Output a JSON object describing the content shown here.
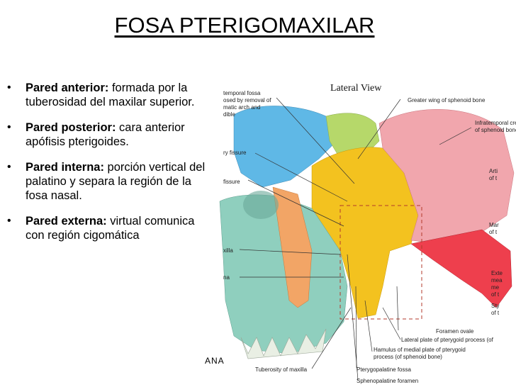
{
  "title": "FOSA PTERIGOMAXILAR",
  "bullets": [
    {
      "term": "Pared anterior:",
      "text": " formada por la tuberosidad del maxilar superior."
    },
    {
      "term": "Pared posterior:",
      "text": " cara anterior apófisis pterigoides."
    },
    {
      "term": "Pared interna:",
      "text": " porción vertical del palatino y separa la región de la fosa nasal."
    },
    {
      "term": "Pared externa:",
      "text": " virtual comunica con región cigomática"
    }
  ],
  "figure": {
    "heading": "Lateral View",
    "labels": {
      "temporal1": "temporal fossa",
      "temporal2": "osed by removal of",
      "temporal3": "matic arch and",
      "temporal4": "dible",
      "greater_wing": "Greater wing of sphenoid bone",
      "infratemp1": "Infratemporal cre",
      "infratemp2": "of sphenoid bone",
      "fissure1": "ry fissure",
      "artic1": "Arti",
      "artic2": "of t",
      "fissure2": "fissure",
      "mar1": "Mar",
      "mar2": "of t",
      "maxilla": "xilla",
      "na": "na",
      "ext1": "Exte",
      "ext2": "mea",
      "ext3": "me",
      "ext4": "of t",
      "sty1": "Sty",
      "sty2": "of t",
      "foramen_ovale": "Foramen ovale",
      "lateral_plate": "Lateral plate of pterygoid process (of",
      "hamulus1": "Hamulus of medial plate of pterygoid",
      "hamulus2": "process (of sphenoid bone)",
      "tuberosity": "Tuberosity of maxilla",
      "ptery_fossa": "Pterygopalatine fossa",
      "spheno_foramen": "Sphenopalatine foramen"
    }
  },
  "footer_mark": "ANA",
  "colors": {
    "frontal_blue": "#5fb8e6",
    "green": "#b6d86a",
    "yellow": "#f3c21f",
    "pink": "#f1a6ad",
    "red": "#ee3f4d",
    "teal": "#8fcfbe",
    "orange": "#f2a566"
  }
}
